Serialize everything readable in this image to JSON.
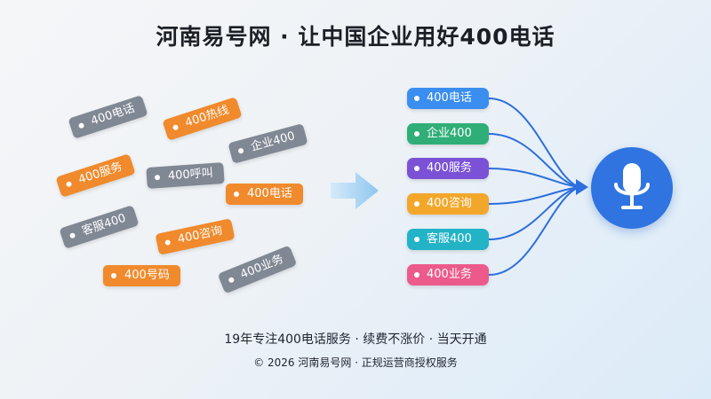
{
  "title": "河南易号网 · 让中国企业用好400电话",
  "scattered_tags": [
    {
      "label": "400电话",
      "color": "gray"
    },
    {
      "label": "400热线",
      "color": "orange"
    },
    {
      "label": "企业400",
      "color": "gray"
    },
    {
      "label": "400服务",
      "color": "orange"
    },
    {
      "label": "400呼叫",
      "color": "gray"
    },
    {
      "label": "400电话",
      "color": "orange"
    },
    {
      "label": "客服400",
      "color": "gray"
    },
    {
      "label": "400咨询",
      "color": "orange"
    },
    {
      "label": "400号码",
      "color": "orange"
    },
    {
      "label": "400业务",
      "color": "gray"
    }
  ],
  "organized_tags": [
    {
      "label": "400电话",
      "color": "#3a8ef0"
    },
    {
      "label": "企业400",
      "color": "#2fae78"
    },
    {
      "label": "400服务",
      "color": "#7b52d6"
    },
    {
      "label": "400咨询",
      "color": "#f3a72a"
    },
    {
      "label": "客服400",
      "color": "#22b3c6"
    },
    {
      "label": "400业务",
      "color": "#ec5a8c"
    }
  ],
  "icons": {
    "arrow": "right-arrow-icon",
    "microphone": "microphone-icon"
  },
  "colors": {
    "line": "#2d6fdc",
    "mic_bg": "#2f74e0",
    "gray_tag": "#808894",
    "orange_tag": "#f08a2c"
  },
  "footer": {
    "tagline": "19年专注400电话服务 · 续费不涨价 · 当天开通",
    "copyright": "© 2026 河南易号网 · 正规运营商授权服务"
  }
}
